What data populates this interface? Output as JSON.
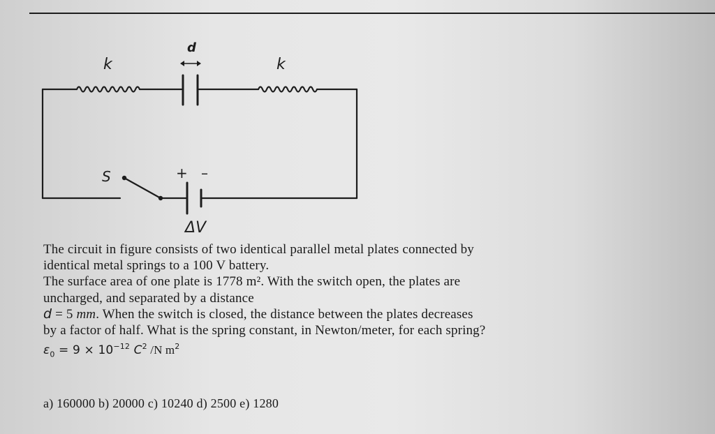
{
  "figure": {
    "spring_left_label": "k",
    "spring_right_label": "k",
    "gap_label": "d",
    "switch_label": "S",
    "battery_plus": "+",
    "battery_minus": "–",
    "battery_label": "ΔV"
  },
  "problem": {
    "line1": "The circuit in figure consists of two identical parallel metal plates connected by",
    "line2": "identical metal springs to a 100 V battery.",
    "line3": "The surface area of one plate is 1778 m². With the switch open, the plates are",
    "line4": "uncharged, and separated by a distance",
    "line5_var": "d",
    "line5_eq": " = 5 ",
    "line5_unit": "mm",
    "line5_rest": ". When the switch is closed, the distance between the plates decreases",
    "line6": "by a factor of half. What is the spring constant, in Newton/meter, for each spring?",
    "eps_symbol": "ε",
    "eps_sub": "0",
    "eps_value": " = 9 × 10",
    "eps_exp": "−12",
    "eps_unit_c": " C",
    "eps_c_exp": "2",
    "eps_unit_rest": " /N m",
    "eps_m_exp": "2"
  },
  "answers": "a) 160000 b) 20000 c) 10240 d) 2500 e) 1280"
}
